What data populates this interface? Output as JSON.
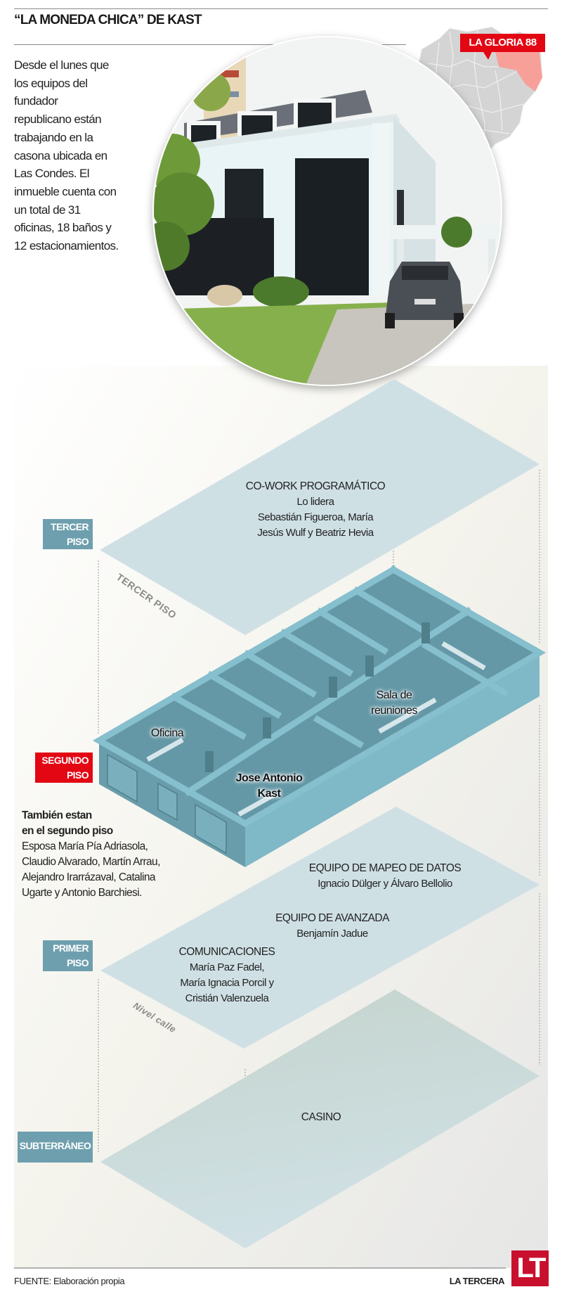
{
  "header": {
    "title": "“LA MONEDA CHICA” DE KAST"
  },
  "intro": {
    "lines": [
      "Desde el lunes que",
      "los equipos del",
      "fundador",
      "republicano están",
      "trabajando en la",
      "casona ubicada en",
      "Las Condes. El",
      "inmueble cuenta con",
      "un total de 31",
      "oficinas, 18 baños y",
      "12 estacionamientos."
    ]
  },
  "map": {
    "label": "LA GLORIA 88",
    "highlight_color": "#f7a09a",
    "label_color": "#e30613"
  },
  "floors": {
    "tercer": {
      "tag": [
        "TERCER",
        "PISO"
      ],
      "plate_label": "TERCER PISO",
      "team": "CO-WORK PROGRAMÁTICO",
      "lines": [
        "Lo lidera",
        "Sebastián Figueroa, María",
        "Jesús Wulf y Beatriz Hevia"
      ]
    },
    "segundo": {
      "tag": [
        "SEGUNDO",
        "PISO"
      ],
      "rooms": {
        "oficina": "Oficina",
        "sala": [
          "Sala de",
          "reuniones"
        ],
        "kast": [
          "Jose Antonio",
          "Kast"
        ]
      },
      "also_title": [
        "También estan",
        "en el segundo piso"
      ],
      "also_lines": [
        "Esposa María Pía Adriasola,",
        "Claudio Alvarado, Martín Arrau,",
        "Alejandro Irarrázaval, Catalina",
        "Ugarte y Antonio Barchiesi."
      ]
    },
    "primer": {
      "tag": [
        "PRIMER",
        "PISO"
      ],
      "plate_label": "Nivel calle",
      "mapeo_title": "EQUIPO DE MAPEO DE DATOS",
      "mapeo_names": "Ignacio Dülger y Álvaro Bellolio",
      "avanzada_title": "EQUIPO DE AVANZADA",
      "avanzada_names": "Benjamín Jadue",
      "com_title": "COMUNICACIONES",
      "com_lines": [
        "María Paz Fadel,",
        "María Ignacia Porcil y",
        "Cristián Valenzuela"
      ]
    },
    "subterraneo": {
      "tag": "SUBTERRÁNEO",
      "room": "CASINO"
    }
  },
  "colors": {
    "plate": "#cfe0e5",
    "tag_blue": "#6e9fae",
    "tag_red": "#e30613",
    "building": "#7fb8c7"
  },
  "footer": {
    "source": "FUENTE: Elaboración propia",
    "brand": "LA TERCERA",
    "logo": "LT"
  }
}
